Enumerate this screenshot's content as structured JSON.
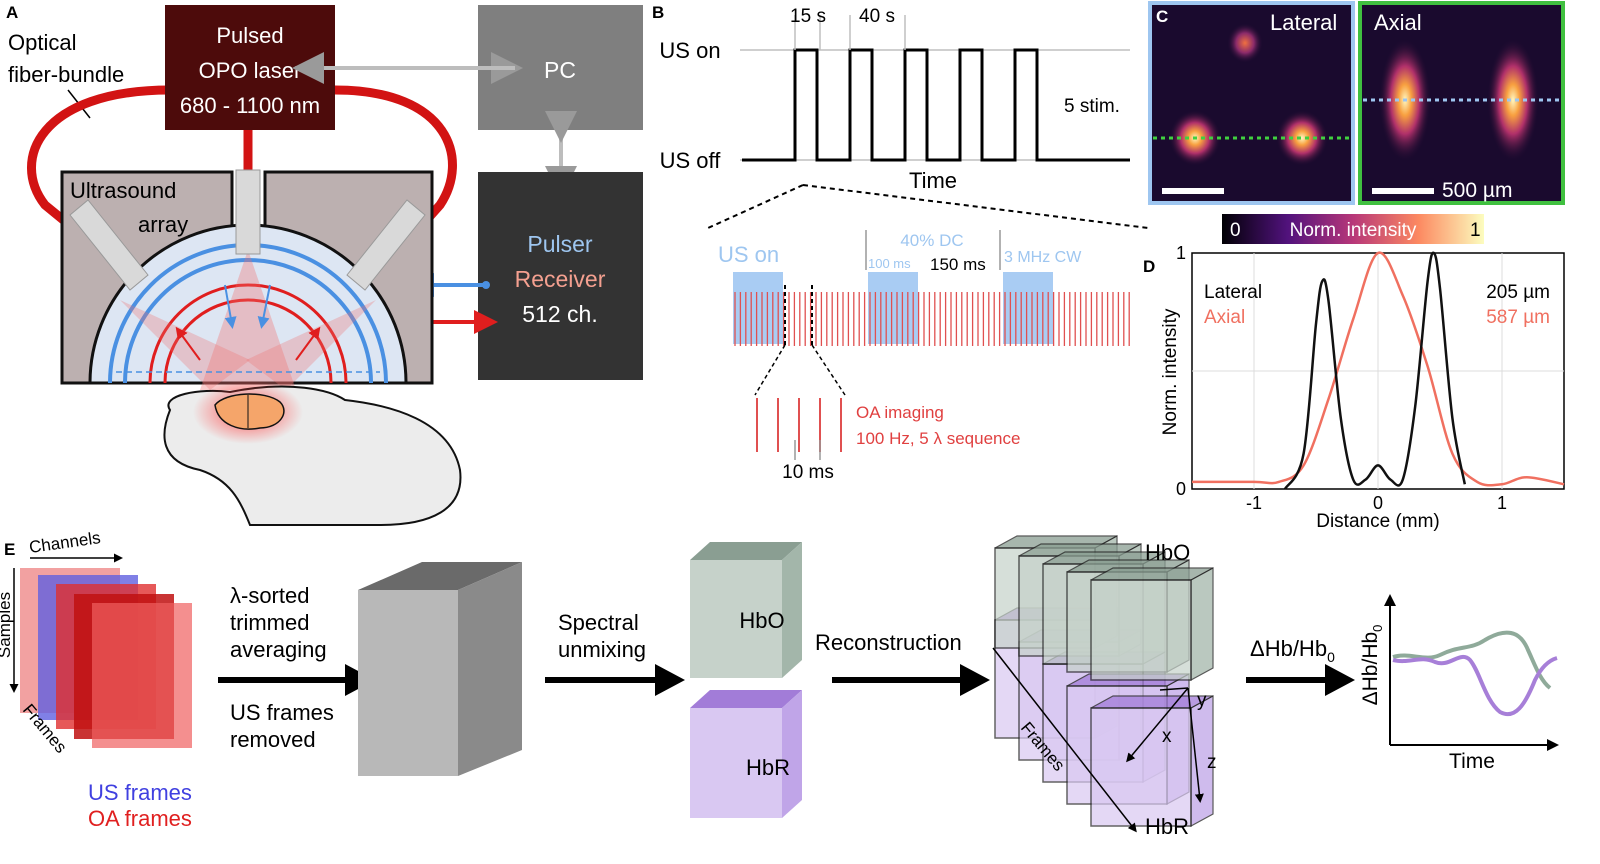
{
  "panels": {
    "a": "A",
    "b": "B",
    "c": "C",
    "d": "D",
    "e": "E"
  },
  "setup": {
    "fiber_line1": "Optical",
    "fiber_line2": "fiber-bundle",
    "laser_line1": "Pulsed",
    "laser_line2": "OPO laser",
    "laser_line3": "680 - 1100 nm",
    "pc": "PC",
    "us_line1": "Ultrasound",
    "us_line2": "array",
    "pulser": "Pulser",
    "receiver": "Receiver",
    "channels": "512 ch.",
    "colors": {
      "laser": "#4d0b0b",
      "pc": "#7f7f7f",
      "pulser_box": "#333333",
      "fiber": "#d21313",
      "us_blue": "#4a90e2",
      "oa_red": "#e01e1e"
    }
  },
  "stim": {
    "t1": "15 s",
    "t2": "40 s",
    "us_on": "US on",
    "us_off": "US off",
    "count": "5 stim.",
    "time": "Time",
    "zoom_us_on": "US on",
    "dc": "40% DC",
    "ms100": "100 ms",
    "ms150": "150 ms",
    "cw": "3 MHz CW",
    "oa_line1": "OA imaging",
    "oa_line2": "100 Hz, 5 λ sequence",
    "ms10": "10 ms",
    "pulse_count": 5
  },
  "psf": {
    "lateral": "Lateral",
    "axial": "Axial",
    "scale": "500 µm",
    "cbar_min": "0",
    "cbar_label": "Norm. intensity",
    "cbar_max": "1"
  },
  "profile": {
    "ylabel": "Norm. intensity",
    "xlabel": "Distance (mm)",
    "y_ticks": [
      "0",
      "1"
    ],
    "x_ticks": [
      "-1",
      "0",
      "1"
    ],
    "series_lateral": "Lateral",
    "series_axial": "Axial",
    "fwhm_lateral": "205 µm",
    "fwhm_axial": "587 µm"
  },
  "pipeline": {
    "channels": "Channels",
    "samples": "Samples",
    "frames": "Frames",
    "us_frames": "US frames",
    "oa_frames": "OA frames",
    "step1_line1": "λ-sorted",
    "step1_line2": "trimmed",
    "step1_line3": "averaging",
    "step1_line4": "US frames",
    "step1_line5": "removed",
    "step2_line1": "Spectral",
    "step2_line2": "unmixing",
    "hbo": "HbO",
    "hbr": "HbR",
    "step3": "Reconstruction",
    "hbo_stack": "HbO",
    "hbr_stack": "HbR",
    "stack_frames": "Frames",
    "axis_x": "x",
    "axis_y": "y",
    "axis_z": "z",
    "step4": "ΔHb/Hb",
    "step4_sub": "0",
    "ylabel": "ΔHb/Hb",
    "ylabel_sub": "0",
    "xlabel": "Time"
  },
  "chart_data": {
    "type": "line",
    "title": "",
    "xlabel": "Distance (mm)",
    "ylabel": "Norm. intensity",
    "xlim": [
      -1.5,
      1.5
    ],
    "ylim": [
      0,
      1
    ],
    "series": [
      {
        "name": "Lateral",
        "x": [
          -0.75,
          -0.6,
          -0.5,
          -0.45,
          -0.4,
          -0.3,
          -0.2,
          -0.1,
          0,
          0.1,
          0.2,
          0.3,
          0.4,
          0.45,
          0.5,
          0.6,
          0.7
        ],
        "y": [
          0,
          0.15,
          0.7,
          0.88,
          0.8,
          0.3,
          0.04,
          0.04,
          0.1,
          0.04,
          0.04,
          0.35,
          0.88,
          1.0,
          0.85,
          0.3,
          0.02
        ]
      },
      {
        "name": "Axial",
        "x": [
          -1.5,
          -1.0,
          -0.8,
          -0.6,
          -0.4,
          -0.2,
          0,
          0.2,
          0.4,
          0.6,
          0.8,
          1.0,
          1.2,
          1.5
        ],
        "y": [
          0.03,
          0.03,
          0.03,
          0.1,
          0.38,
          0.72,
          1.0,
          0.82,
          0.52,
          0.15,
          0.03,
          0.02,
          0.05,
          0.02
        ]
      }
    ]
  }
}
